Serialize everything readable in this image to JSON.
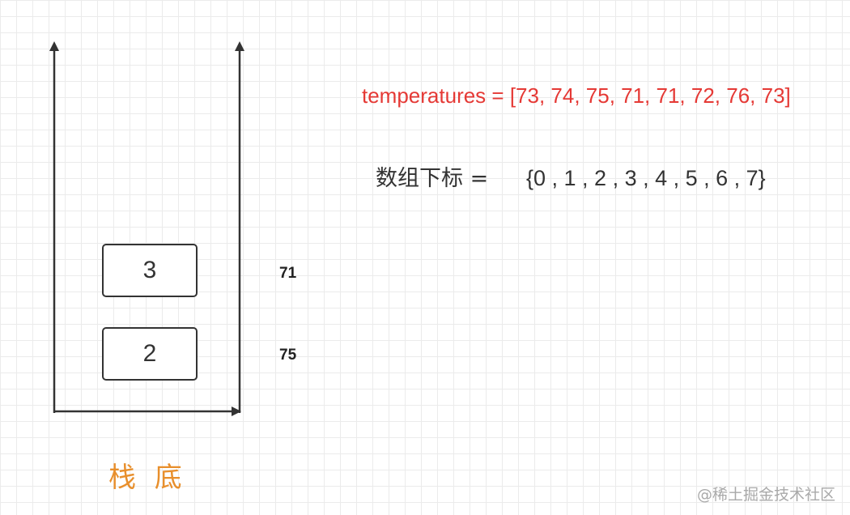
{
  "stack": {
    "items": [
      {
        "index": "3",
        "value": "71"
      },
      {
        "index": "2",
        "value": "75"
      }
    ],
    "bottom_label": "栈 底"
  },
  "temperatures_text": "temperatures = [73, 74, 75, 71, 71, 72, 76, 73]",
  "array_index": {
    "label": "数组下标 =",
    "values": "{0 , 1 , 2 , 3 , 4 , 5 , 6 , 7}"
  },
  "watermark": "@稀土掘金技术社区",
  "colors": {
    "temperatures_text": "#e53935",
    "stack_label": "#e88f2c",
    "lines": "#333333"
  }
}
